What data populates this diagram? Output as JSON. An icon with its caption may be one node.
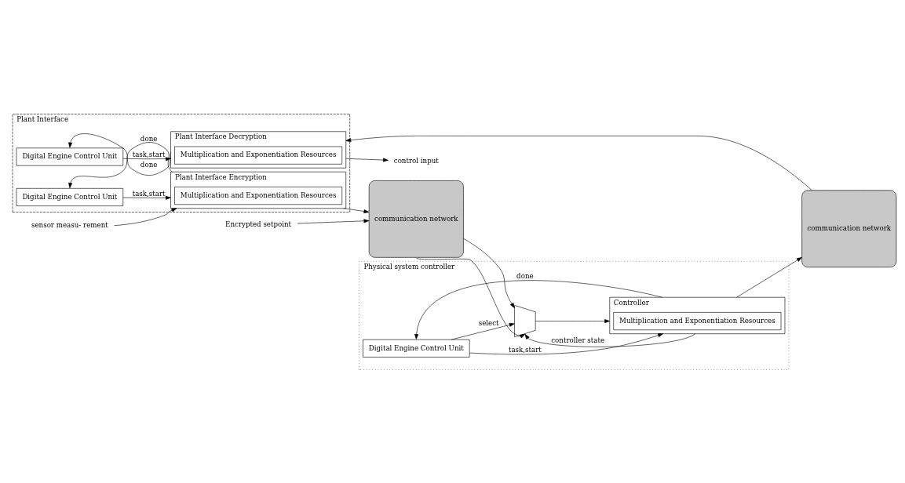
{
  "diagram": {
    "nodes": [
      {
        "text": [
          "Plant Interface"
        ]
      },
      {
        "text": [
          "Digital Engine Control Unit"
        ],
        "in": 0
      },
      {
        "text": [
          "Plant Interface Encryption"
        ],
        "in": 0
      },
      {
        "text": [
          "Multiplication and Exponentiation Resources"
        ],
        "in": 2
      },
      {
        "text": [
          "sensor measu- rement"
        ]
      },
      {
        "text": [
          "communication network"
        ]
      },
      {
        "text": [
          "Encrypted setpoint"
        ]
      },
      {
        "text": [
          "Physical system controller"
        ]
      },
      {
        "text": [
          "Digital Engine Control Unit"
        ],
        "in": 7
      },
      {
        "text": [],
        "shape": "trapezium",
        "in": 7
      },
      {
        "text": [
          "Controller"
        ],
        "in": 7
      },
      {
        "text": [
          "Multiplication and Exponentiation Resources"
        ],
        "in": 10
      },
      {
        "text": [
          "communication network"
        ]
      },
      {
        "text": [
          "Digital Engine Control Unit"
        ],
        "in": 0
      },
      {
        "text": [
          "Plant Interface Decryption"
        ],
        "in": 0
      },
      {
        "text": [
          "Multiplication and Exponentiation Resources"
        ],
        "in": 14
      },
      {
        "text": [
          "control input"
        ]
      }
    ],
    "edges": [
      {
        "from": 1,
        "to": 2,
        "arrow": "to",
        "label": "task,start"
      },
      {
        "from": 2,
        "to": 1,
        "arrow": "to",
        "label": "done"
      },
      {
        "from": 4,
        "to": 2,
        "arrow": "to"
      },
      {
        "from": 2,
        "to": 5,
        "arrow": "to"
      },
      {
        "from": 6,
        "to": 5,
        "arrow": "to"
      },
      {
        "from": 5,
        "to": 9,
        "arrow": "to"
      },
      {
        "from": 5,
        "to": 9,
        "arrow": "to"
      },
      {
        "from": 8,
        "to": 9,
        "arrow": "to",
        "label": "select"
      },
      {
        "from": 9,
        "to": 10,
        "arrow": "to"
      },
      {
        "from": 8,
        "to": 10,
        "arrow": "to",
        "label": "task,start"
      },
      {
        "from": 10,
        "to": 8,
        "arrow": "to",
        "label": "done"
      },
      {
        "from": 10,
        "to": 9,
        "arrow": "to",
        "label": "controller state"
      },
      {
        "from": 10,
        "to": 12,
        "arrow": "to"
      },
      {
        "from": 12,
        "to": 14,
        "arrow": "to"
      },
      {
        "from": 13,
        "to": 14,
        "arrow": "to",
        "label": "task,start"
      },
      {
        "from": 14,
        "to": 13,
        "arrow": "to",
        "label": "done"
      },
      {
        "from": 14,
        "to": 16,
        "arrow": "to"
      }
    ]
  }
}
